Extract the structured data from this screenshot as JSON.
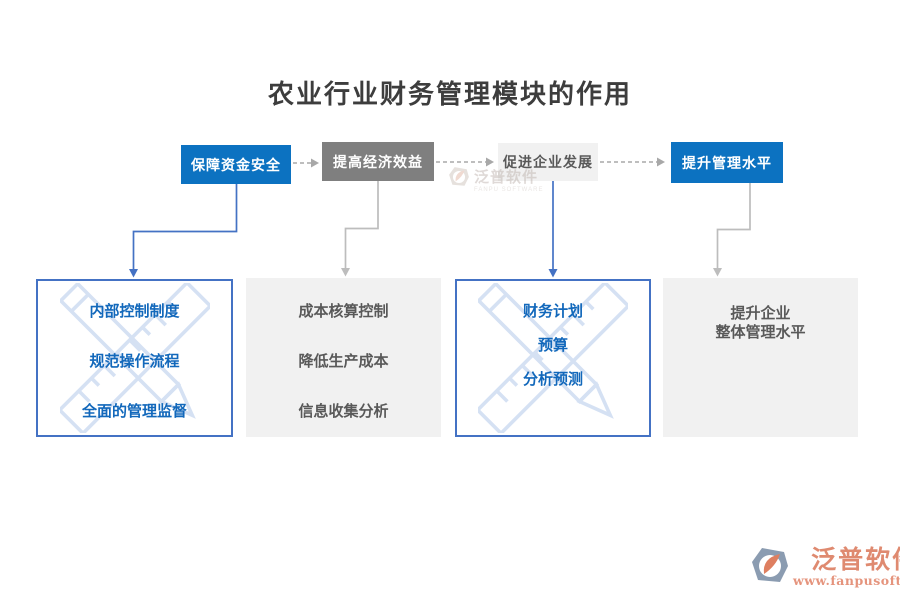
{
  "theme": {
    "blue": "#0c72c1",
    "dark_gray": "#7f7f7f",
    "light_gray": "#f1f1f1",
    "text_dark": "#3d3d3d",
    "text_gray": "#595959",
    "text_blue": "#1268bb",
    "border_blue": "#4472c4",
    "connector_gray": "#bdbdbd",
    "dashed_gray": "#a8a8a8",
    "logo_salmon": "#df8a70",
    "logo_url": "#e5947d",
    "watermark_blue": "#cedcf2"
  },
  "title": "农业行业财务管理模块的作用",
  "flow": {
    "nodes": [
      {
        "label": "保障资金安全",
        "style": "blue"
      },
      {
        "label": "提高经济效益",
        "style": "dark-gray"
      },
      {
        "label": "促进企业发展",
        "style": "light-gray"
      },
      {
        "label": "提升管理水平",
        "style": "blue"
      }
    ]
  },
  "detail_boxes": [
    {
      "style": "outlined-blue",
      "items": [
        "内部控制制度",
        "规范操作流程",
        "全面的管理监督"
      ]
    },
    {
      "style": "filled-gray",
      "items": [
        "成本核算控制",
        "降低生产成本",
        "信息收集分析"
      ]
    },
    {
      "style": "outlined-blue",
      "items": [
        "财务计划",
        "预算",
        "分析预测"
      ]
    },
    {
      "style": "filled-gray",
      "items": [
        "提升企业",
        "整体管理水平"
      ]
    }
  ],
  "watermark_center": {
    "name": "泛普软件",
    "subtext": "FANPU SOFTWARE"
  },
  "logo": {
    "name": "泛普软件",
    "url": "www.fanpusoft.com"
  }
}
